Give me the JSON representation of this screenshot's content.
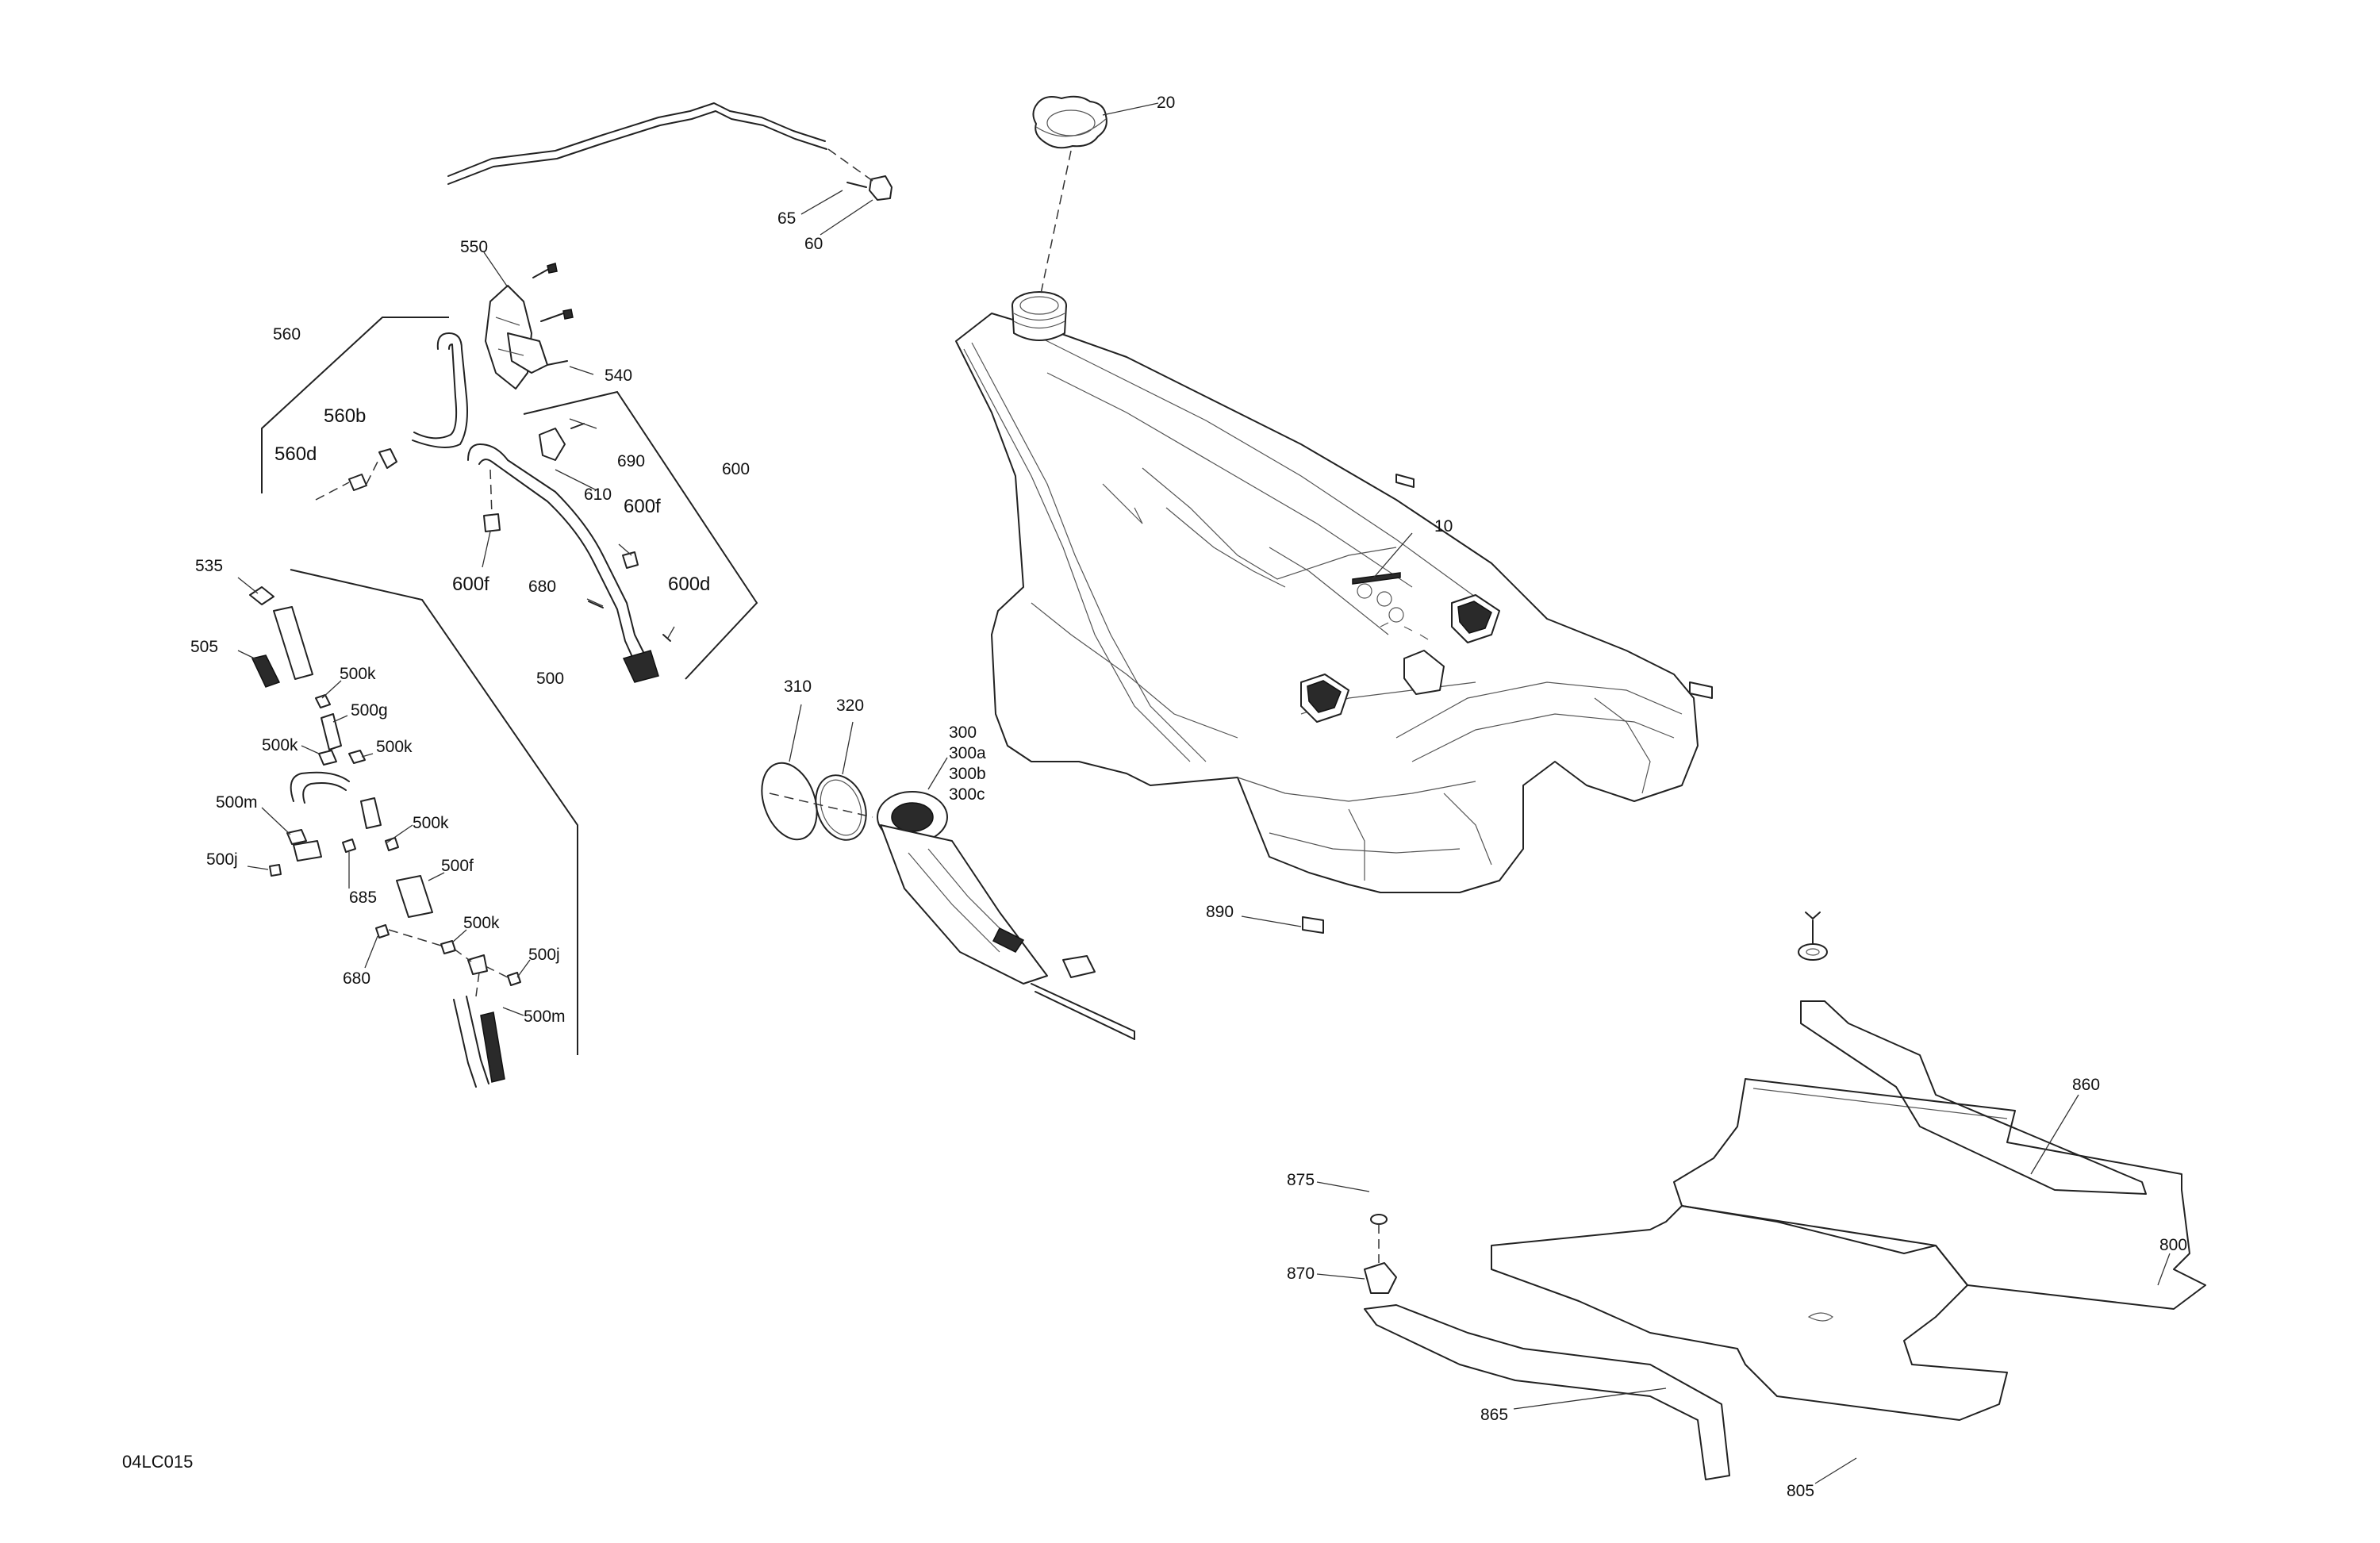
{
  "drawing_code": "04LC015",
  "callouts": [
    {
      "id": "c20",
      "text": "20"
    },
    {
      "id": "c65",
      "text": "65"
    },
    {
      "id": "c60",
      "text": "60"
    },
    {
      "id": "c550",
      "text": "550"
    },
    {
      "id": "c540",
      "text": "540"
    },
    {
      "id": "c560",
      "text": "560"
    },
    {
      "id": "c560b",
      "text": "560b"
    },
    {
      "id": "c560d",
      "text": "560d"
    },
    {
      "id": "c690",
      "text": "690"
    },
    {
      "id": "c600",
      "text": "600"
    },
    {
      "id": "c610",
      "text": "610"
    },
    {
      "id": "c600f_a",
      "text": "600f"
    },
    {
      "id": "c600f_b",
      "text": "600f"
    },
    {
      "id": "c680_a",
      "text": "680"
    },
    {
      "id": "c600d",
      "text": "600d"
    },
    {
      "id": "c10",
      "text": "10"
    },
    {
      "id": "c535",
      "text": "535"
    },
    {
      "id": "c505",
      "text": "505"
    },
    {
      "id": "c500",
      "text": "500"
    },
    {
      "id": "c500k_a",
      "text": "500k"
    },
    {
      "id": "c500g",
      "text": "500g"
    },
    {
      "id": "c500k_b",
      "text": "500k"
    },
    {
      "id": "c500k_c",
      "text": "500k"
    },
    {
      "id": "c500m_a",
      "text": "500m"
    },
    {
      "id": "c500k_d",
      "text": "500k"
    },
    {
      "id": "c500j_a",
      "text": "500j"
    },
    {
      "id": "c685",
      "text": "685"
    },
    {
      "id": "c500f",
      "text": "500f"
    },
    {
      "id": "c500k_e",
      "text": "500k"
    },
    {
      "id": "c680_b",
      "text": "680"
    },
    {
      "id": "c500j_b",
      "text": "500j"
    },
    {
      "id": "c500m_b",
      "text": "500m"
    },
    {
      "id": "c310",
      "text": "310"
    },
    {
      "id": "c320",
      "text": "320"
    },
    {
      "id": "c300",
      "text": "300"
    },
    {
      "id": "c300a",
      "text": "300a"
    },
    {
      "id": "c300b",
      "text": "300b"
    },
    {
      "id": "c300c",
      "text": "300c"
    },
    {
      "id": "c890",
      "text": "890"
    },
    {
      "id": "c860",
      "text": "860"
    },
    {
      "id": "c800",
      "text": "800"
    },
    {
      "id": "c875",
      "text": "875"
    },
    {
      "id": "c870",
      "text": "870"
    },
    {
      "id": "c865",
      "text": "865"
    },
    {
      "id": "c805",
      "text": "805"
    }
  ]
}
